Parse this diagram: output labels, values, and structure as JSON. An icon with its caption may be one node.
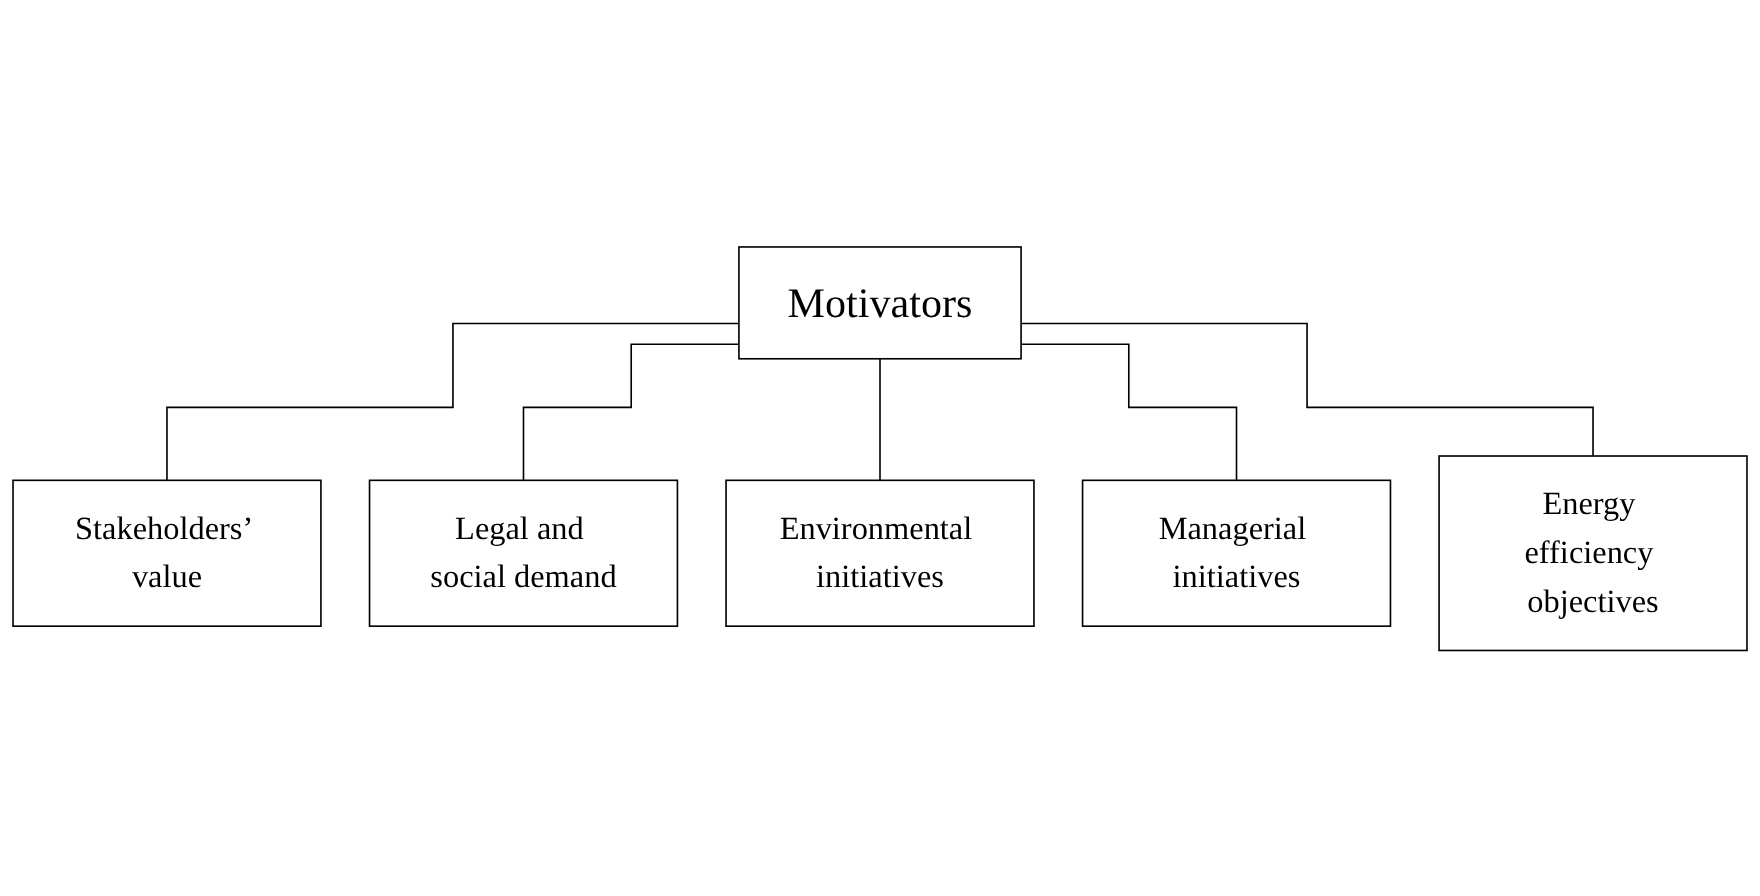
{
  "diagram": {
    "nodes": [
      {
        "text": [
          "Motivators"
        ]
      },
      {
        "text": [
          "Stakeholders’ value"
        ]
      },
      {
        "text": [
          "Legal and social demand"
        ]
      },
      {
        "text": [
          "Environmental initiatives"
        ]
      },
      {
        "text": [
          "Managerial initiatives"
        ]
      },
      {
        "text": [
          "Energy efficiency objectives"
        ]
      }
    ],
    "edges": [
      {
        "from": 0,
        "to": 1,
        "arrow": "none"
      },
      {
        "from": 0,
        "to": 2,
        "arrow": "none"
      },
      {
        "from": 0,
        "to": 3,
        "arrow": "none"
      },
      {
        "from": 0,
        "to": 4,
        "arrow": "none"
      },
      {
        "from": 0,
        "to": 5,
        "arrow": "none"
      }
    ]
  }
}
